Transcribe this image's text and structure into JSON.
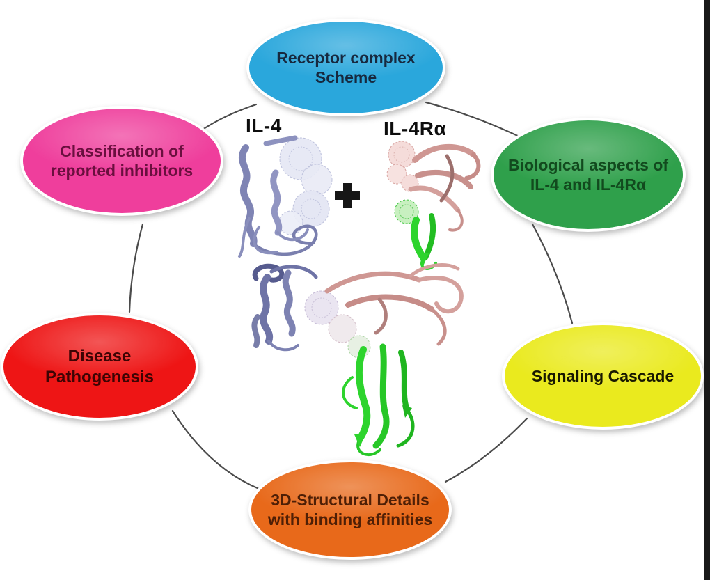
{
  "diagram": {
    "nodes": [
      {
        "id": "receptor-complex-scheme",
        "label": "Receptor complex Scheme",
        "fill": "#2aa7dc",
        "text_color": "#17293f"
      },
      {
        "id": "classification-of-reported-inhibitors",
        "label": "Classification of reported inhibitors",
        "fill": "#ef3e9c",
        "text_color": "#6a0f3e"
      },
      {
        "id": "biological-aspects-of-il4-and-il4ra",
        "label": "Biological aspects of IL-4 and IL-4Rα",
        "fill": "#2fa04b",
        "text_color": "#124a1e"
      },
      {
        "id": "disease-pathogenesis",
        "label": "Disease Pathogenesis",
        "fill": "#ee1515",
        "text_color": "#3d0404"
      },
      {
        "id": "signaling-cascade",
        "label": "Signaling Cascade",
        "fill": "#eaea1e",
        "text_color": "#181800"
      },
      {
        "id": "3d-structural-details-with-binding-affinities",
        "label": "3D-Structural Details with binding affinities",
        "fill": "#e8691a",
        "text_color": "#4e1f06"
      }
    ],
    "center": {
      "il4_label": "IL-4",
      "il4ra_label": "IL-4Rα",
      "plus": "+"
    },
    "colors": {
      "connector_stroke": "#4b4b4b",
      "il4_ribbon_lavender": "#7f84b4",
      "il4ra_ribbon_pink": "#cf9793",
      "receptor_domain_green": "#2dd42d",
      "plus_sign": "#161616",
      "right_edge_strip": "#191919"
    }
  }
}
